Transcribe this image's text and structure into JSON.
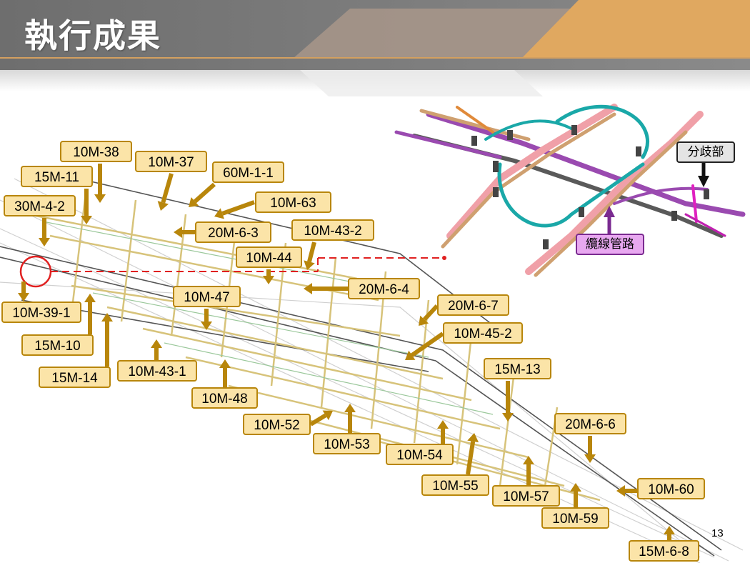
{
  "header": {
    "title": "執行成果"
  },
  "page_number": "13",
  "callouts": {
    "branch": "分歧部",
    "cable_duct": "纜線管路"
  },
  "colors": {
    "label_fill": "#fbe4a8",
    "label_border": "#b8860b",
    "arrow": "#b8860b",
    "marker": "#e02020"
  },
  "labels": [
    "10M-38",
    "15M-11",
    "30M-4-2",
    "10M-37",
    "60M-1-1",
    "10M-63",
    "20M-6-3",
    "10M-43-2",
    "10M-44",
    "20M-6-4",
    "10M-47",
    "10M-39-1",
    "15M-10",
    "15M-14",
    "10M-43-1",
    "10M-48",
    "20M-6-7",
    "10M-45-2",
    "15M-13",
    "10M-52",
    "10M-53",
    "10M-54",
    "20M-6-6",
    "10M-55",
    "10M-57",
    "10M-59",
    "10M-60",
    "15M-6-8"
  ]
}
